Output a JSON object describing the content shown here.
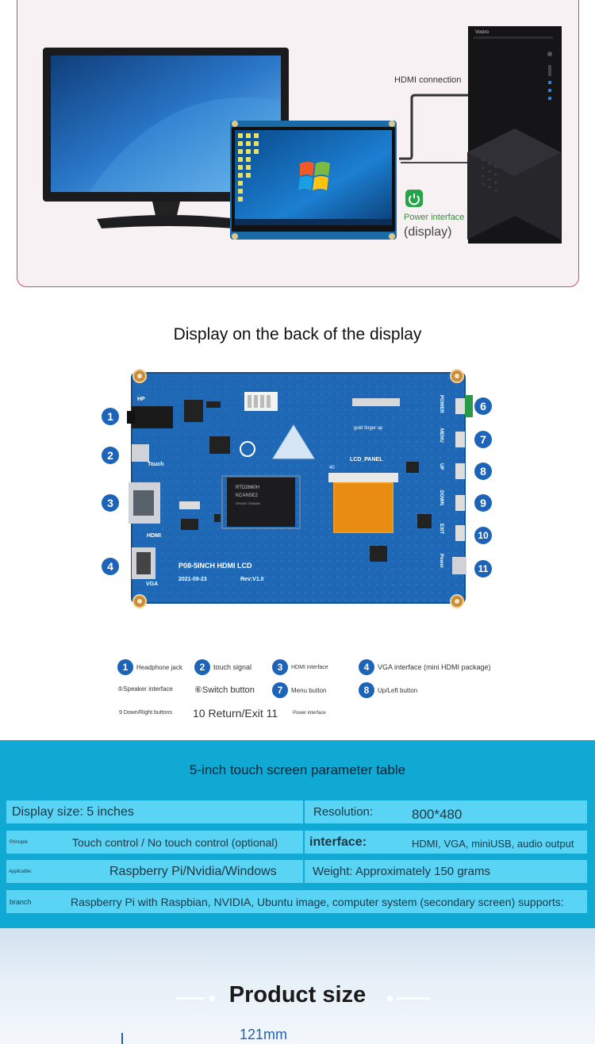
{
  "hero": {
    "monitor_brand": "Vostro",
    "hdmi_label": "HDMI connection",
    "power_label": "Power interface",
    "power_sub": "(display)"
  },
  "back_title": "Display on the back of the display",
  "board": {
    "model": "P08-5INCH HDMI LCD",
    "date": "2021-09-23",
    "rev": "Rev:V1.0",
    "chip_code1": "RTD2660H",
    "chip_code2": "KCANSE2",
    "chip_code3": "GRANG TAIWAN",
    "lcd_label": "LCD_PANEL",
    "gold_label": "gold finger up",
    "port_labels": {
      "hp": "HP",
      "touch": "Touch",
      "hdmi": "HDMI",
      "vga": "VGA",
      "tf": "40"
    },
    "button_labels": [
      "POWER",
      "MENU",
      "UP",
      "DOWN",
      "EXIT",
      "Power"
    ]
  },
  "callouts_left": [
    "1",
    "2",
    "3",
    "4"
  ],
  "callouts_right": [
    "6",
    "7",
    "8",
    "9",
    "10",
    "11"
  ],
  "legend": {
    "row1": [
      {
        "num": "1",
        "label": "Headphone jack"
      },
      {
        "num": "2",
        "label": "touch signal"
      },
      {
        "num": "3",
        "label": "HDMI interface"
      },
      {
        "num": "4",
        "label": "VGA interface (mini HDMI package)"
      }
    ],
    "row2": [
      {
        "label": "⑤Speaker interface"
      },
      {
        "label": "⑥Switch button"
      },
      {
        "num": "7",
        "label": "Menu button"
      },
      {
        "num": "8",
        "label": "Up/Left button"
      }
    ],
    "row3": [
      {
        "label": "9 Down/Right buttons"
      },
      {
        "label": "10 Return/Exit 11"
      },
      {
        "label": "Power interface"
      }
    ]
  },
  "params": {
    "title": "5-inch touch screen parameter table",
    "rows": [
      {
        "left_label": "Display size: 5 inches",
        "right_label": "Resolution:",
        "right_value": "800*480"
      },
      {
        "left_tag": "Principle",
        "left_value": "Touch control / No touch control (optional)",
        "right_label": "interface:",
        "right_value": "HDMI, VGA, miniUSB, audio output"
      },
      {
        "left_tag": "Applicable:",
        "left_value": "Raspberry Pi/Nvidia/Windows",
        "right_label": "Weight: Approximately 150 grams"
      },
      {
        "left_tag": "branch",
        "left_value": "Raspberry Pi with Raspbian, NVIDIA, Ubuntu image, computer system (secondary screen) supports:"
      }
    ]
  },
  "size": {
    "title": "Product size",
    "dimension": "121mm"
  },
  "colors": {
    "accent_blue": "#1d63b8",
    "param_bg": "#10a9d4",
    "row_bg": "#59d4f4",
    "pcb_blue": "#1e68b6",
    "panel_border": "#d04a7c"
  }
}
